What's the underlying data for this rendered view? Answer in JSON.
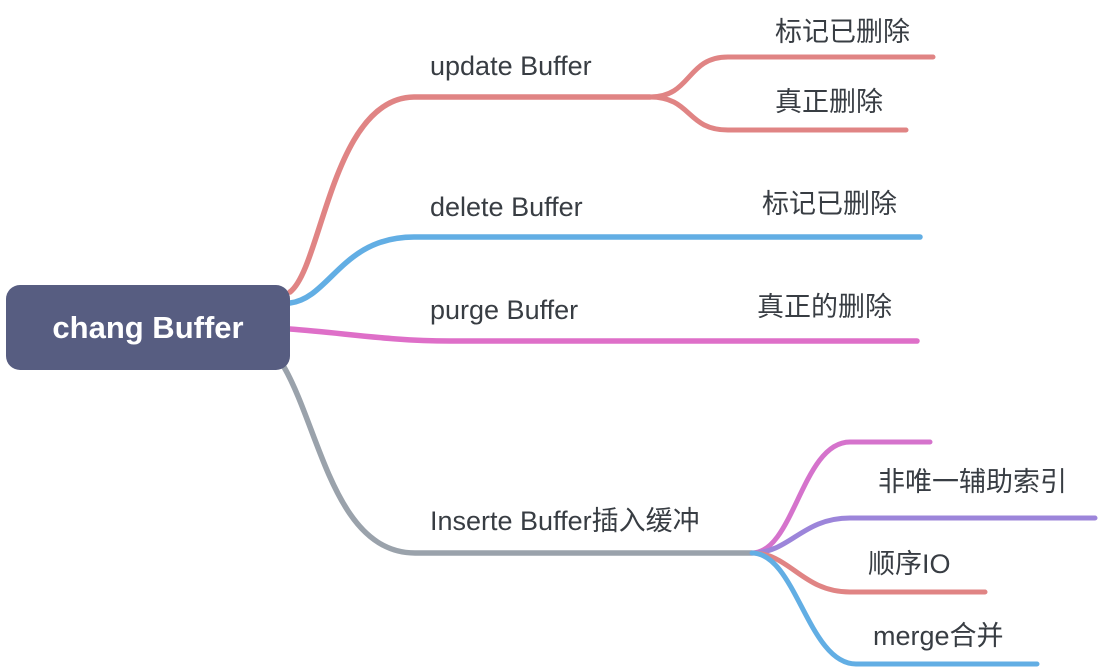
{
  "root": {
    "label": "chang Buffer",
    "fill": "#575d81",
    "text_color": "#ffffff"
  },
  "branches": [
    {
      "label": "update Buffer",
      "color": "#e08484",
      "children": [
        {
          "label": "标记已删除",
          "color": "#e08484"
        },
        {
          "label": "真正删除",
          "color": "#e08484"
        }
      ]
    },
    {
      "label": "delete Buffer",
      "color": "#62aee4",
      "children": [
        {
          "label": "标记已删除",
          "color": "#62aee4"
        }
      ]
    },
    {
      "label": "purge Buffer",
      "color": "#de6fc8",
      "children": [
        {
          "label": "真正的删除",
          "color": "#de6fc8"
        }
      ]
    },
    {
      "label": "Inserte Buffer插入缓冲",
      "color": "#9aa2ab",
      "children": [
        {
          "label": "",
          "color": "#d573cc"
        },
        {
          "label": "非唯一辅助索引",
          "color": "#9c85da"
        },
        {
          "label": "顺序IO",
          "color": "#e08484"
        },
        {
          "label": "merge合并",
          "color": "#62aee4"
        }
      ]
    }
  ]
}
